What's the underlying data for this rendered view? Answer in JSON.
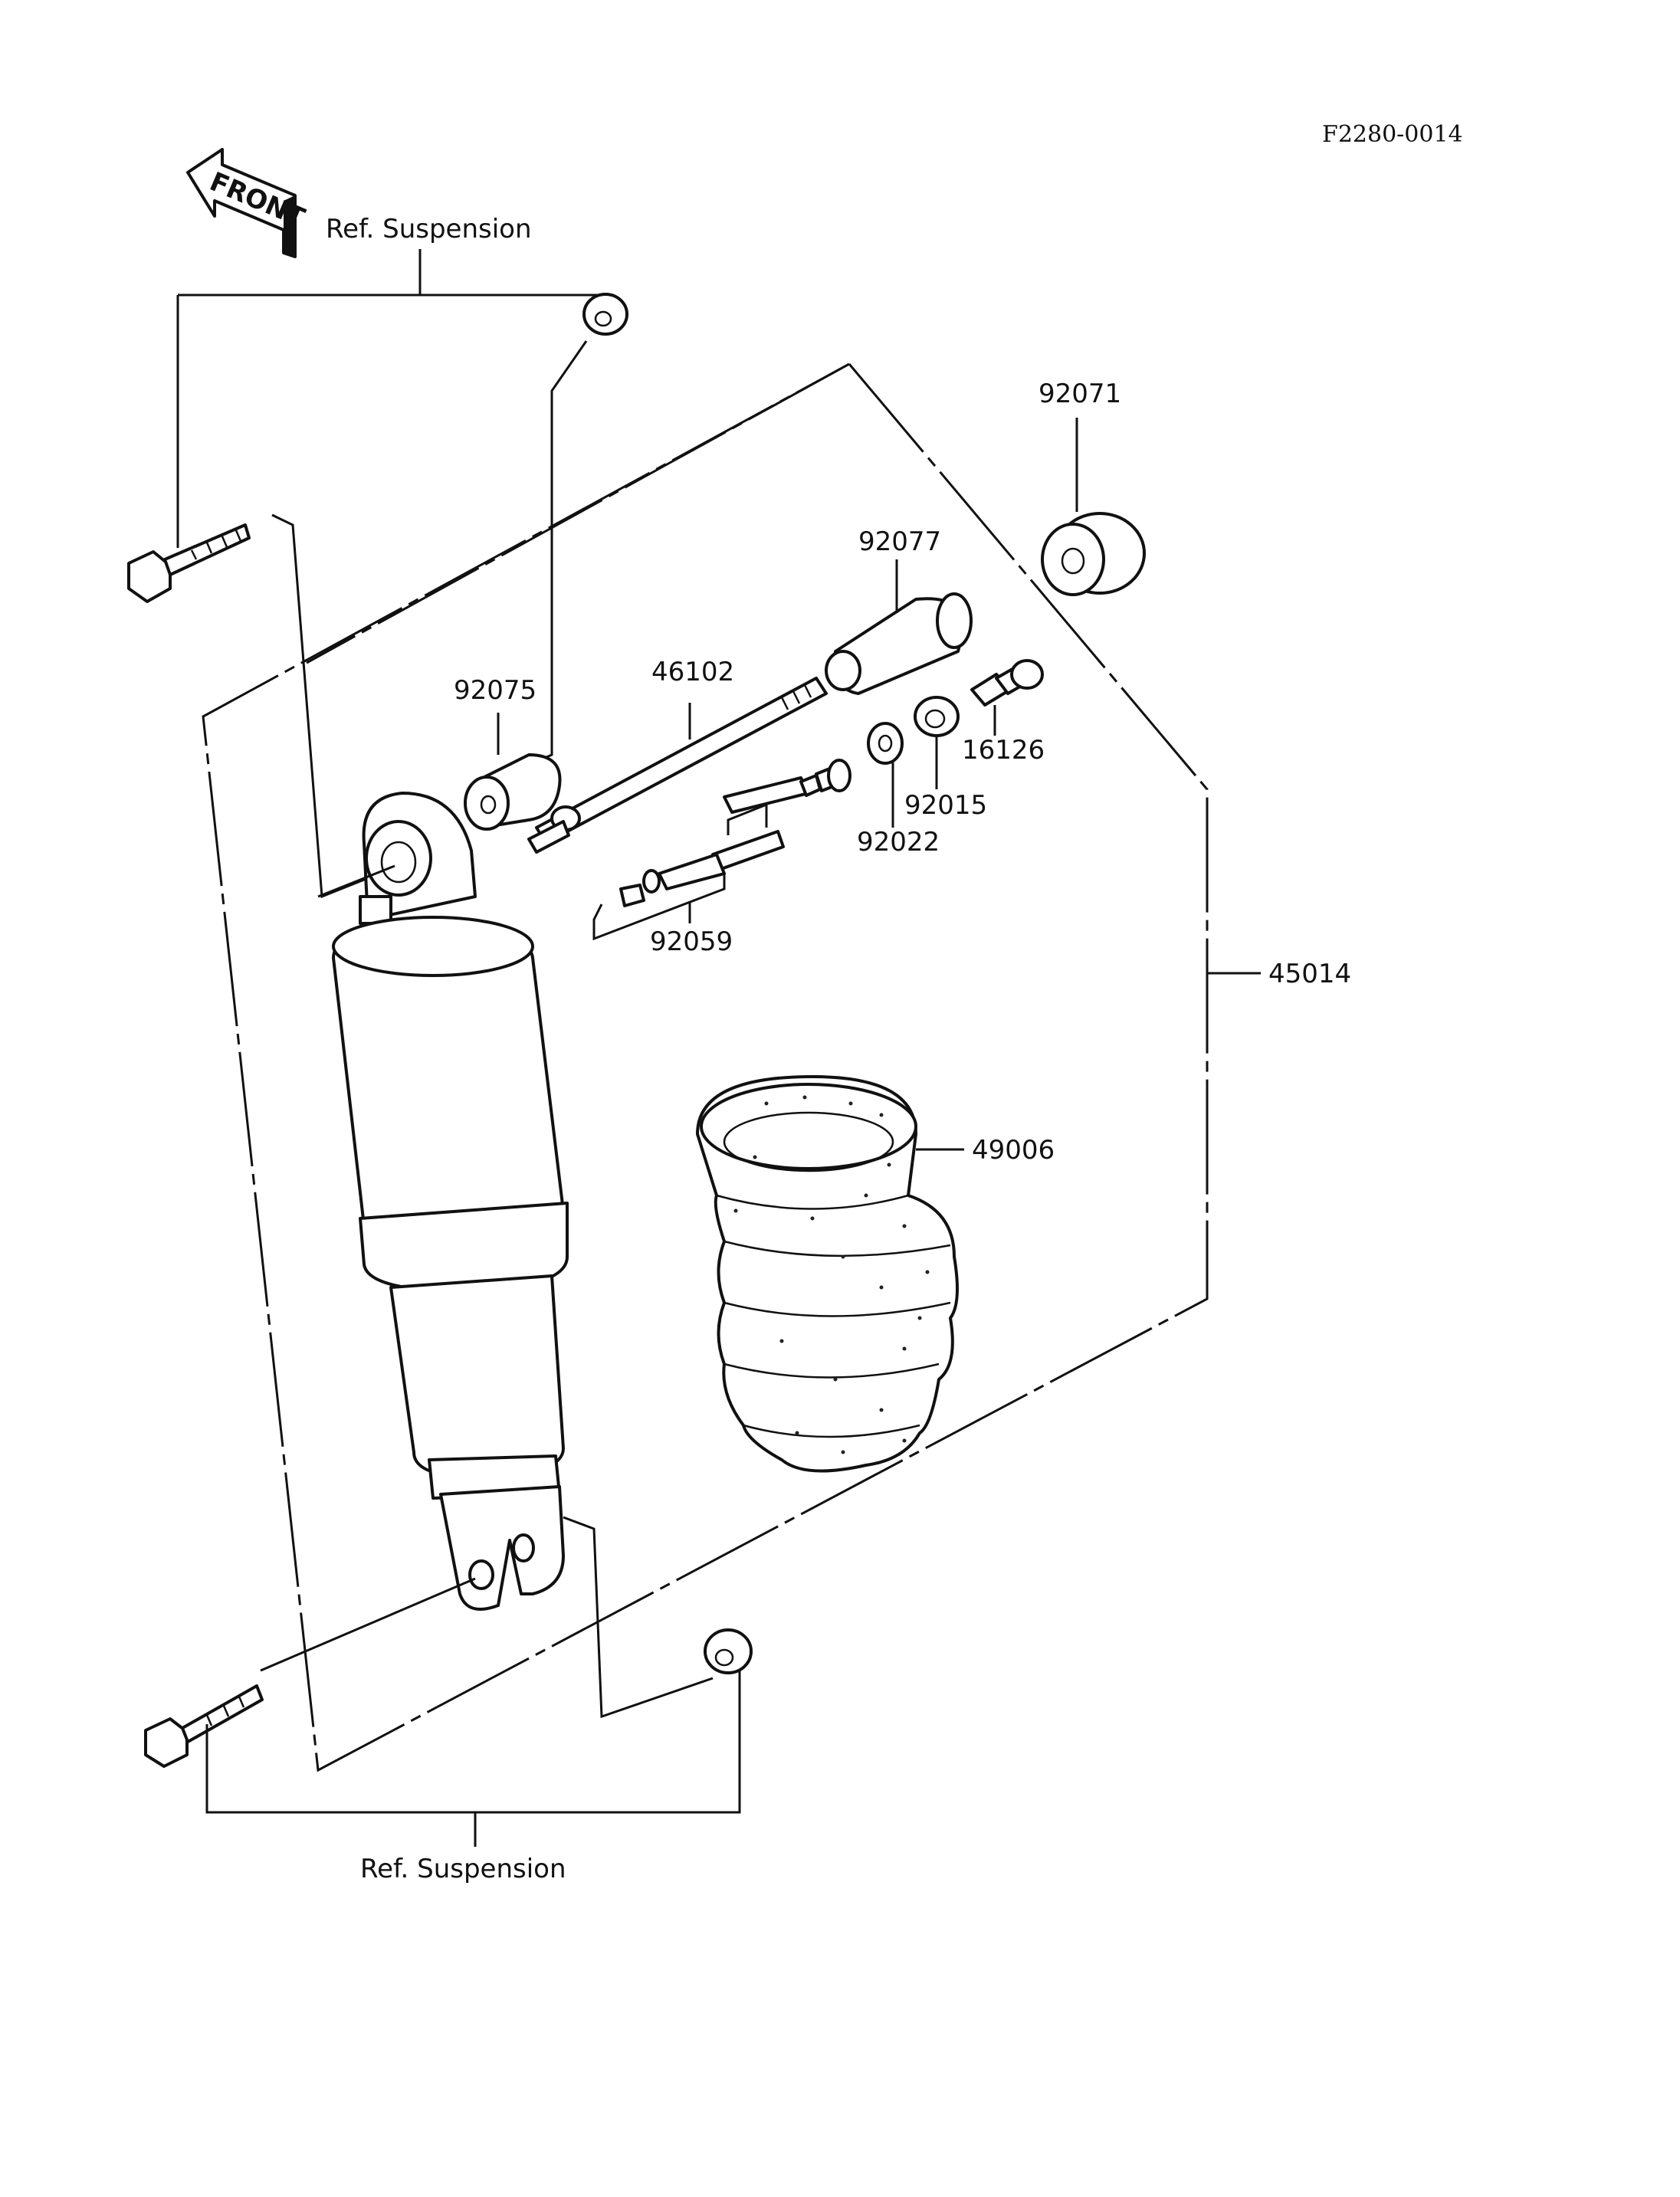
{
  "figure_code": "F2280-0014",
  "front_label": "FRONT",
  "ref_top": "Ref. Suspension",
  "ref_bottom": "Ref. Suspension",
  "parts": {
    "p92071": "92071",
    "p92077": "92077",
    "p46102": "46102",
    "p92075": "92075",
    "p16126": "16126",
    "p92015": "92015",
    "p92022": "92022",
    "p92059": "92059",
    "p45014": "45014",
    "p49006": "49006"
  }
}
